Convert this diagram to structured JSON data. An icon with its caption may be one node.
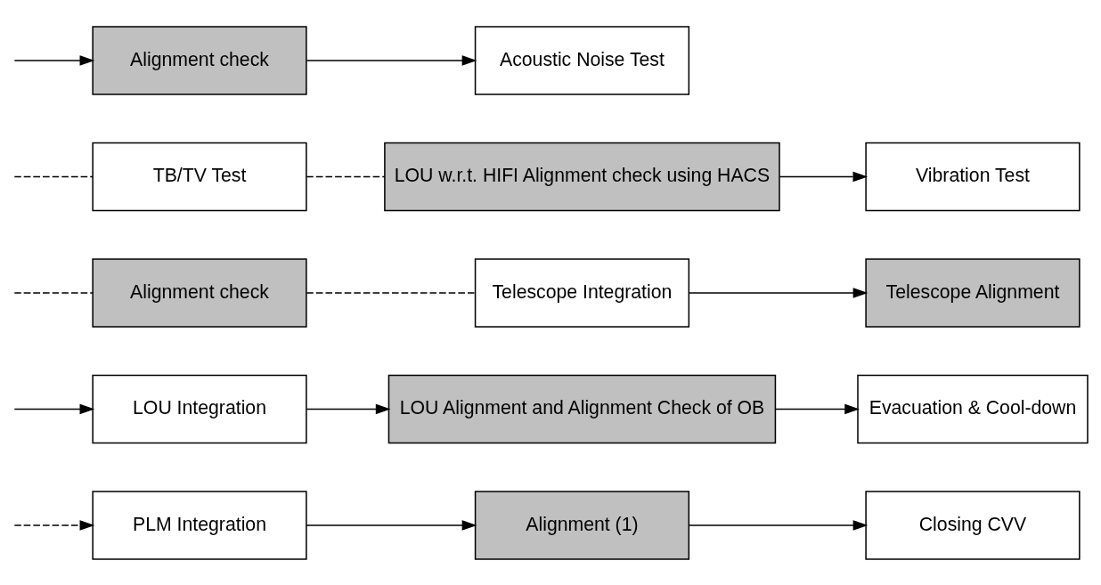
{
  "diagram": {
    "nodes": [
      {
        "text": [
          "PLM Integration"
        ]
      },
      {
        "text": [
          "Alignment (1)"
        ]
      },
      {
        "text": [
          "Closing CVV"
        ]
      },
      {
        "text": [
          "LOU Integration"
        ]
      },
      {
        "text": [
          "LOU Alignment and Alignment Check of OB"
        ]
      },
      {
        "text": [
          "Evacuation & Cool-down"
        ]
      },
      {
        "text": [
          "Alignment check"
        ]
      },
      {
        "text": [
          "Telescope Integration"
        ]
      },
      {
        "text": [
          "Telescope Alignment"
        ]
      },
      {
        "text": [
          "TB/TV Test"
        ]
      },
      {
        "text": [
          "LOU w.r.t. HIFI Alignment check using HACS"
        ]
      },
      {
        "text": [
          "Vibration Test"
        ]
      },
      {
        "text": [
          "Alignment check"
        ]
      },
      {
        "text": [
          "Acoustic Noise Test"
        ]
      }
    ],
    "edges": [
      {
        "from": null,
        "to": 0,
        "arrow": "to",
        "style": "dashed"
      },
      {
        "from": 0,
        "to": 1,
        "arrow": "to"
      },
      {
        "from": 1,
        "to": 2,
        "arrow": "to"
      },
      {
        "from": null,
        "to": 3,
        "arrow": "to"
      },
      {
        "from": 3,
        "to": 4,
        "arrow": "to"
      },
      {
        "from": 4,
        "to": 5,
        "arrow": "to"
      },
      {
        "from": null,
        "to": 6,
        "arrow": "none",
        "style": "dashed"
      },
      {
        "from": 6,
        "to": 7,
        "arrow": "none",
        "style": "dashed"
      },
      {
        "from": 7,
        "to": 8,
        "arrow": "to"
      },
      {
        "from": null,
        "to": 9,
        "arrow": "none",
        "style": "dashed"
      },
      {
        "from": 9,
        "to": 10,
        "arrow": "none",
        "style": "dashed"
      },
      {
        "from": 10,
        "to": 11,
        "arrow": "to"
      },
      {
        "from": null,
        "to": 12,
        "arrow": "to"
      },
      {
        "from": 12,
        "to": 13,
        "arrow": "to"
      }
    ]
  }
}
